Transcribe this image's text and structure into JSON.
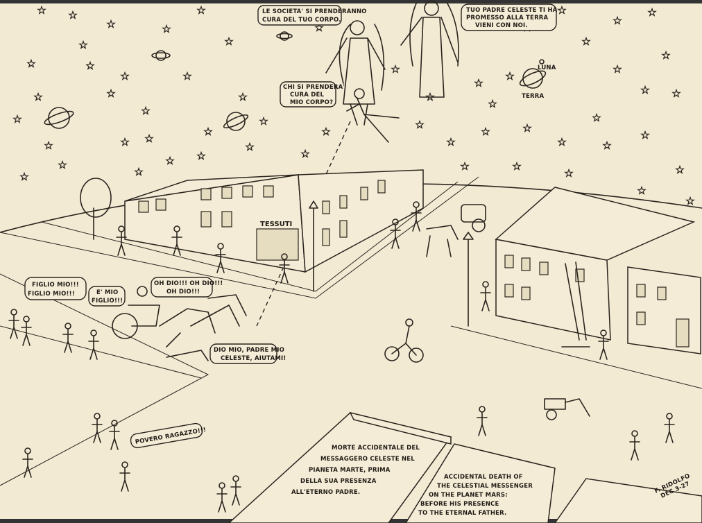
{
  "bubbles": {
    "society": [
      "LE SOCIETA' SI PRENDERANNO",
      "CURA DEL TUO CORPO."
    ],
    "father": [
      "TUO PADRE CELESTE TI HA",
      "PROMESSO ALLA TERRA",
      "VIENI CON NOI."
    ],
    "who_cares": [
      "CHI SI PRENDERA'",
      "CURA DEL",
      "MIO CORPO?"
    ],
    "figlio_mio": [
      "FIGLIO MIO!!!",
      "FIGLIO MIO!!!"
    ],
    "e_mio_figlio": [
      "E' MIO",
      "FIGLIO!!!"
    ],
    "oh_dio": [
      "OH DIO!!! OH DIO!!!",
      "OH DIO!!!"
    ],
    "aiutami": [
      "DIO MIO, PADRE MIO",
      "CELESTE, AIUTAMI!"
    ],
    "povero": [
      "POVERO RAGAZZO!!!"
    ]
  },
  "labels": {
    "luna": "LUNA",
    "terra": "TERRA",
    "shop_sign": "TESSUTI"
  },
  "captions": {
    "italian": [
      "MORTE ACCIDENTALE DEL",
      "MESSAGGERO CELESTE NEL",
      "PIANETA MARTE, PRIMA",
      "DELLA SUA PRESENZA",
      "ALL'ETERNO PADRE."
    ],
    "english": [
      "ACCIDENTAL DEATH OF",
      "THE CELESTIAL MESSENGER",
      "ON THE PLANET MARS:",
      "BEFORE HIS PRESENCE",
      "TO THE ETERNAL FATHER."
    ]
  },
  "signature": [
    "F. RIDOLFO",
    "DEC 3-27"
  ]
}
